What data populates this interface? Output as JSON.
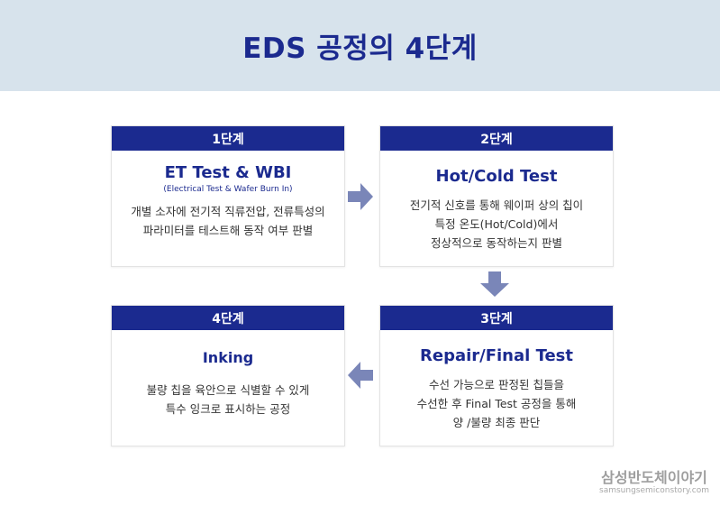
{
  "header": {
    "title": "EDS 공정의 4단계"
  },
  "cards": [
    {
      "stage": "1단계",
      "title": "ET Test & WBI",
      "subtitle": "(Electrical Test & Wafer Burn In)",
      "desc": [
        "개별 소자에 전기적 직류전압, 전류특성의",
        "파라미터를 테스트해 동작 여부 판별"
      ]
    },
    {
      "stage": "2단계",
      "title": "Hot/Cold Test",
      "desc": [
        "전기적 신호를 통해 웨이퍼 상의 칩이",
        "특정 온도(Hot/Cold)에서",
        "정상적으로 동작하는지 판별"
      ]
    },
    {
      "stage": "3단계",
      "title": "Repair/Final Test",
      "desc": [
        "수선 가능으로 판정된 칩들을",
        "수선한 후 Final Test 공정을 통해",
        "양 /불량 최종 판단"
      ]
    },
    {
      "stage": "4단계",
      "title": "Inking",
      "desc": [
        "불량 칩을 육안으로 식별할 수 있게",
        "특수 잉크로 표시하는 공정"
      ]
    }
  ],
  "footer": {
    "brand": "삼성반도체이야기",
    "url": "samsungsemiconstory.com"
  },
  "colors": {
    "accent": "#1b2a8f",
    "header_bg": "#d7e3ec",
    "arrow": "#7a86b8"
  }
}
